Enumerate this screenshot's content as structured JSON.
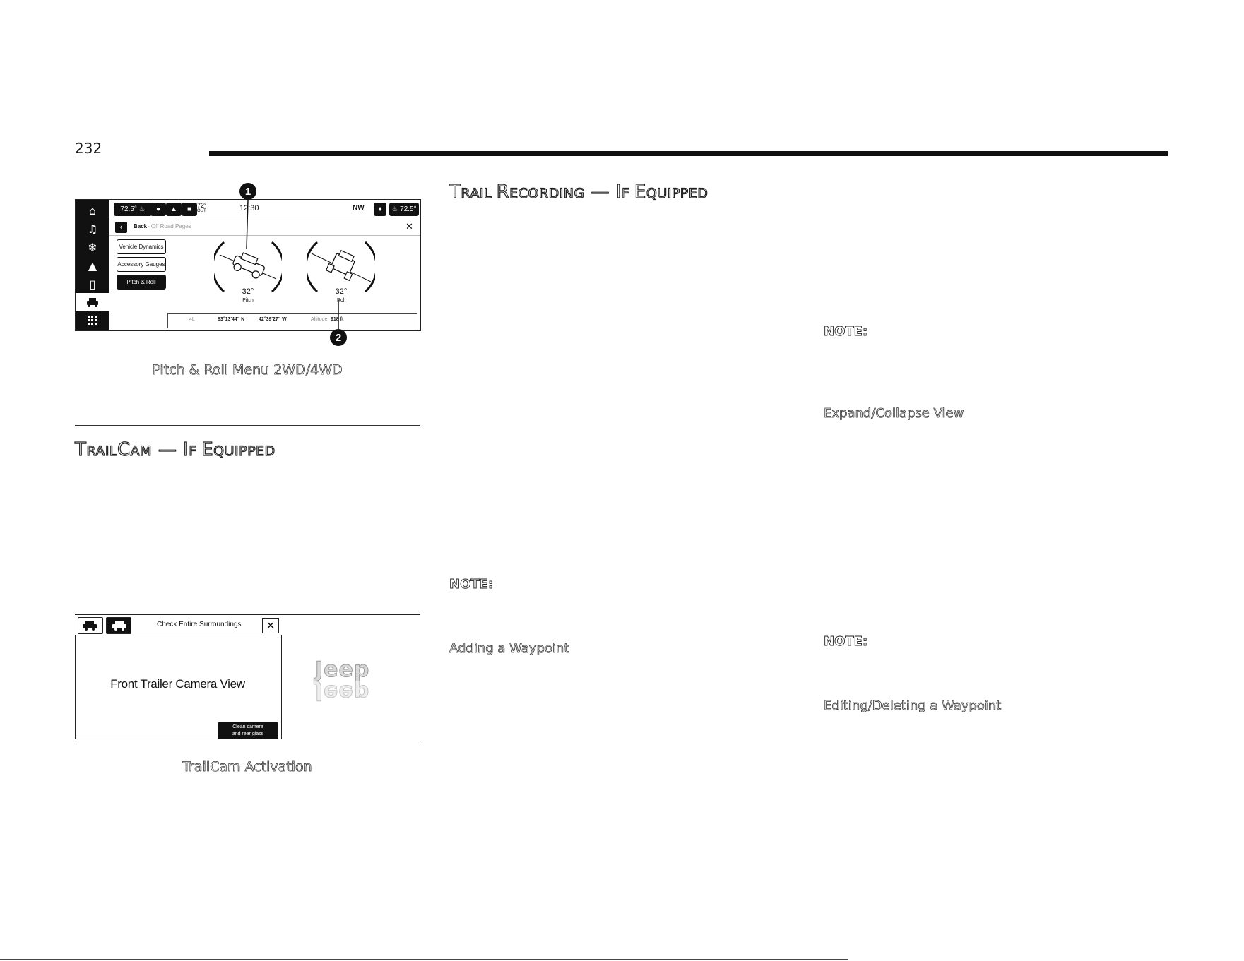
{
  "page": {
    "number": "232"
  },
  "figure1": {
    "caption": "Pitch & Roll Menu 2WD/4WD",
    "rail_icons": [
      "home-icon",
      "music-icon",
      "climate-icon",
      "navigation-icon",
      "phone-icon",
      "vehicle-icon",
      "apps-icon"
    ],
    "topbar": {
      "driver_temp": "72.5°",
      "outside_temp": "72°",
      "outside_label": "OUT",
      "time": "12:30",
      "compass": "NW",
      "passenger_temp": "72.5°"
    },
    "nav": {
      "back_label": "Back",
      "breadcrumb": "- Off Road Pages",
      "close": "✕"
    },
    "menu": [
      "Vehicle Dynamics",
      "Accessory Gauges",
      "Pitch & Roll"
    ],
    "pitch": {
      "value": "32°",
      "label": "Pitch"
    },
    "roll": {
      "value": "32°",
      "label": "Roll"
    },
    "status": {
      "mode": "4L",
      "latitude": "83°13'44\" N",
      "longitude": "42°39'27\" W",
      "altitude_label": "Altitude:",
      "altitude_value": "918 ft"
    },
    "callouts": [
      "1",
      "2"
    ]
  },
  "trailcam_title": {
    "big1": "T",
    "small1": "RAIL",
    "big2": "C",
    "small2": "AM",
    "dash": " — ",
    "big3": "I",
    "small3": "F ",
    "big4": "E",
    "small4": "QUIPPED"
  },
  "figure2": {
    "caption": "TrailCam Activation",
    "check_text": "Check Entire Surroundings",
    "close": "✕",
    "view_text": "Front Trailer Camera View",
    "clean_line1": "Clean camera",
    "clean_line2": "and rear glass",
    "logo_text": "Jeep"
  },
  "trail_recording_title": {
    "big1": "T",
    "small1": "RAIL ",
    "big2": "R",
    "small2": "ECORDING",
    "dash": " — ",
    "big3": "I",
    "small3": "F ",
    "big4": "E",
    "small4": "QUIPPED"
  },
  "middle_column": {
    "note": "NOTE:",
    "subhead_waypoint": "Adding a Waypoint"
  },
  "right_column": {
    "note1": "NOTE:",
    "subhead_expand": "Expand/Collapse View",
    "note2": "NOTE:",
    "subhead_edit": "Editing/Deleting a Waypoint"
  }
}
